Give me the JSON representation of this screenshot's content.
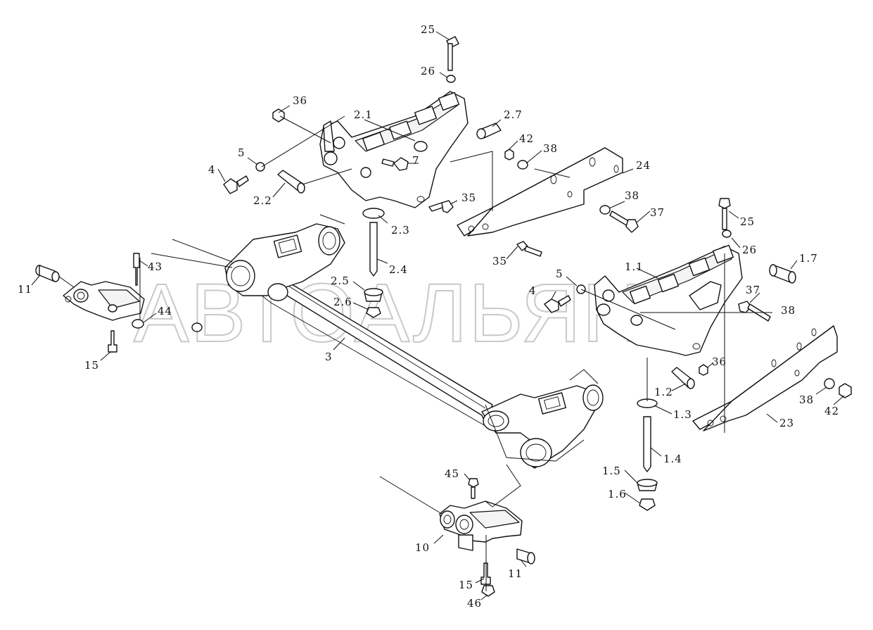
{
  "watermark": "АВТОАЛЬЯНС",
  "callouts": {
    "c25a": "25",
    "c26a": "26",
    "c36a": "36",
    "c21": "2.1",
    "c27": "2.7",
    "c42a": "42",
    "c38a": "38",
    "c24": "24",
    "c5a": "5",
    "c4a": "4",
    "c7": "7",
    "c22": "2.2",
    "c35a": "35",
    "c38b": "38",
    "c37a": "37",
    "c23l": "2.3",
    "c24l": "2.4",
    "c25l": "2.5",
    "c26l": "2.6",
    "c3": "3",
    "c11a": "11",
    "c43": "43",
    "c44": "44",
    "c15a": "15",
    "c25b": "25",
    "c26b": "26",
    "c17": "1.7",
    "c35b": "35",
    "c11l": "1.1",
    "c5b": "5",
    "c4b": "4",
    "c37b": "37",
    "c38c": "38",
    "c36b": "36",
    "c12": "1.2",
    "c13": "1.3",
    "c38d": "38",
    "c42b": "42",
    "c23": "23",
    "c14": "1.4",
    "c15l": "1.5",
    "c16": "1.6",
    "c45": "45",
    "c10": "10",
    "c11b": "11",
    "c15b": "15",
    "c46": "46"
  }
}
